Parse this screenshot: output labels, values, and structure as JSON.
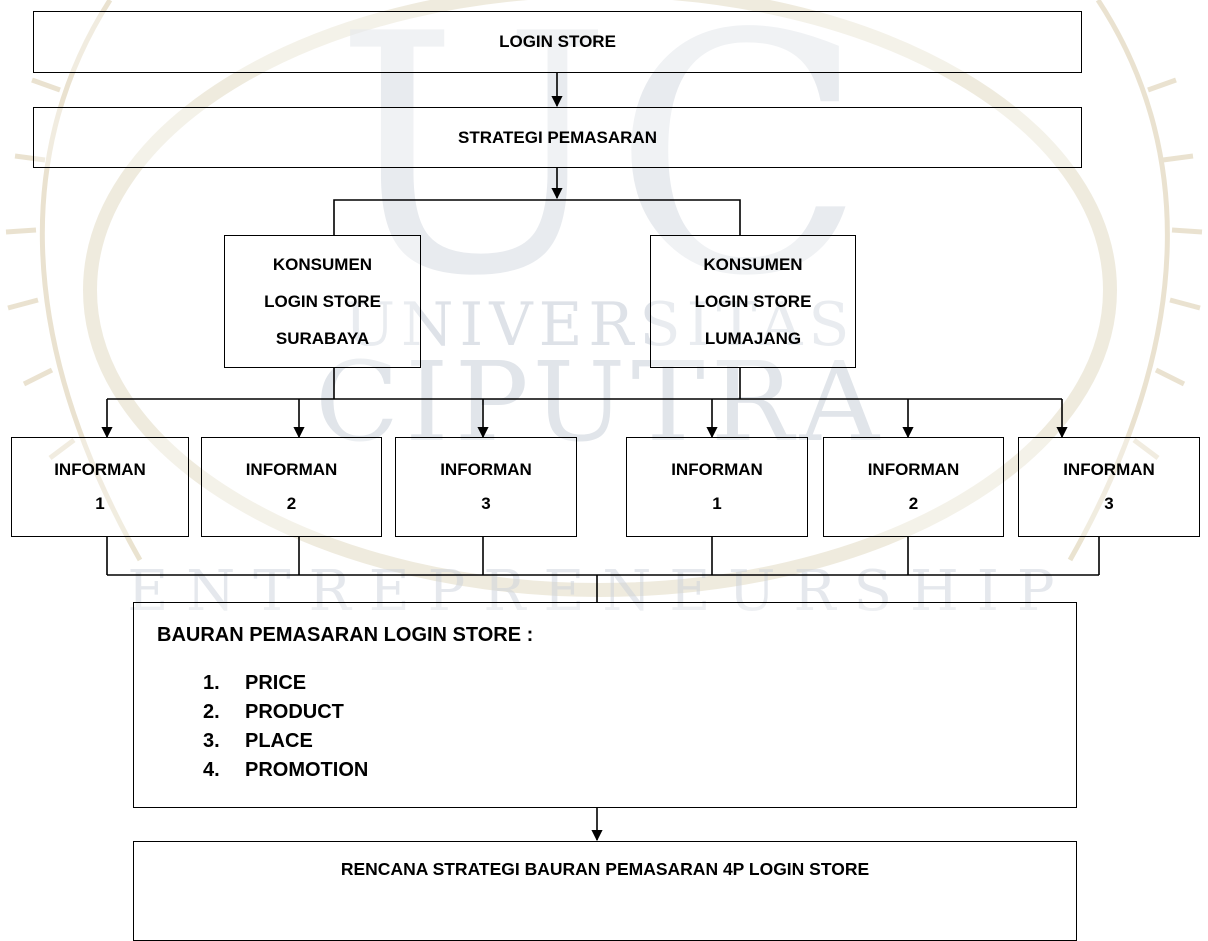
{
  "diagram": {
    "top": {
      "label": "LOGIN STORE"
    },
    "strategy": {
      "label": "STRATEGI PEMASARAN"
    },
    "consumers": [
      {
        "lines": [
          "KONSUMEN",
          "LOGIN STORE",
          "SURABAYA"
        ]
      },
      {
        "lines": [
          "KONSUMEN",
          "LOGIN STORE",
          "LUMAJANG"
        ]
      }
    ],
    "informants": [
      {
        "lines": [
          "INFORMAN",
          "1"
        ]
      },
      {
        "lines": [
          "INFORMAN",
          "2"
        ]
      },
      {
        "lines": [
          "INFORMAN",
          "3"
        ]
      },
      {
        "lines": [
          "INFORMAN",
          "1"
        ]
      },
      {
        "lines": [
          "INFORMAN",
          "2"
        ]
      },
      {
        "lines": [
          "INFORMAN",
          "3"
        ]
      }
    ],
    "mix": {
      "title": "BAURAN PEMASARAN LOGIN STORE :",
      "items": [
        {
          "num": "1.",
          "label": "PRICE"
        },
        {
          "num": "2.",
          "label": "PRODUCT"
        },
        {
          "num": "3.",
          "label": "PLACE"
        },
        {
          "num": "4.",
          "label": "PROMOTION"
        }
      ]
    },
    "plan": {
      "label": "RENCANA STRATEGI BAURAN PEMASARAN 4P LOGIN STORE"
    }
  },
  "watermark": {
    "brand": "UC",
    "university_arc": "UNIVERSITAS",
    "name": "CIPUTRA",
    "motto": "ENTREPRENEURSHIP",
    "color": "#c9d0da",
    "wreath_color": "#c8b98e"
  }
}
